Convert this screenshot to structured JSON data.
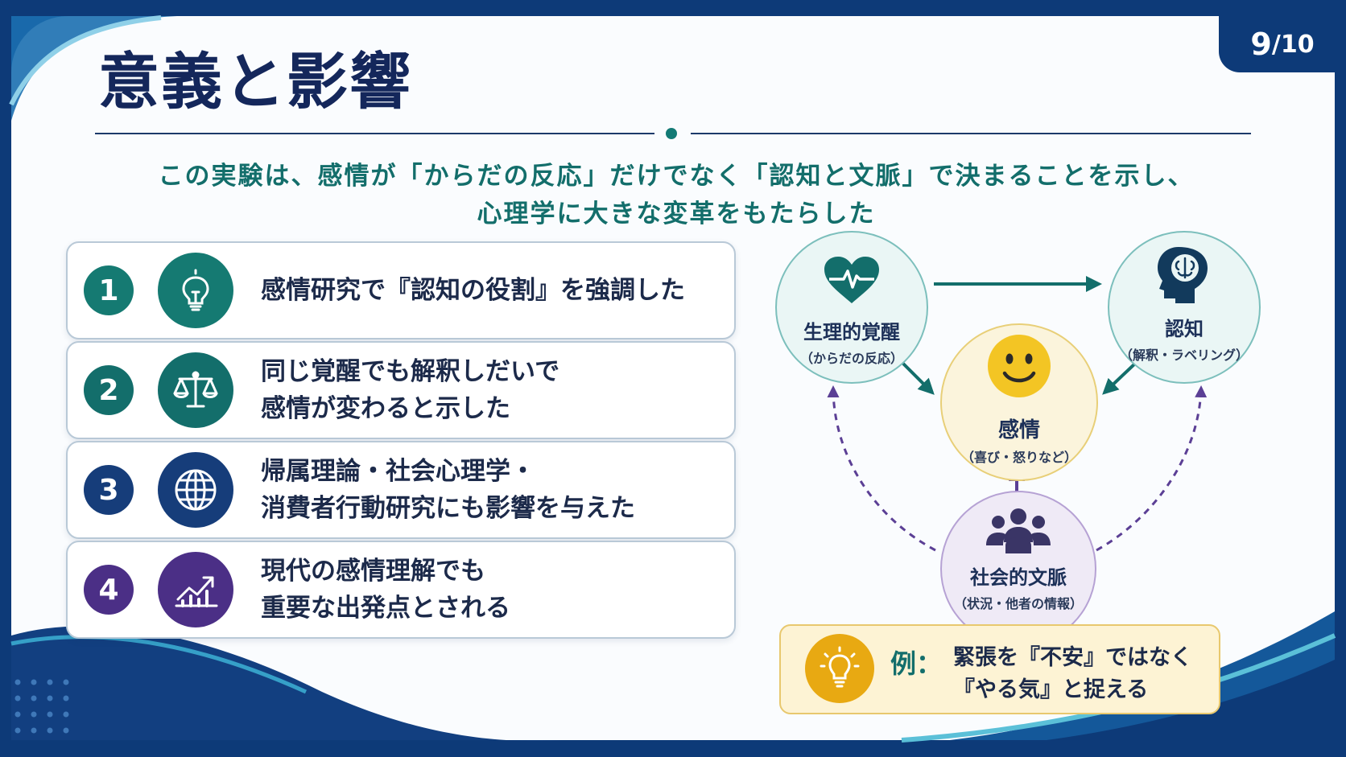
{
  "title": "意義と影響",
  "page": {
    "current": "9",
    "total": "/10"
  },
  "subtitle": [
    "この実験は、感情が「からだの反応」だけでなく「認知と文脈」で決まることを示し、",
    "心理学に大きな変革をもたらした"
  ],
  "points": [
    {
      "number": "1",
      "icon": "lightbulb-icon",
      "color": "#157a72",
      "lines": [
        "感情研究で『認知の役割』を強調した"
      ]
    },
    {
      "number": "2",
      "icon": "balance-scale-icon",
      "color": "#136e6b",
      "lines": [
        "同じ覚醒でも解釈しだいで",
        "感情が変わると示した"
      ]
    },
    {
      "number": "3",
      "icon": "globe-icon",
      "color": "#163d7a",
      "lines": [
        "帰属理論・社会心理学・",
        "消費者行動研究にも影響を与えた"
      ]
    },
    {
      "number": "4",
      "icon": "trending-chart-icon",
      "color": "#4b2f86",
      "lines": [
        "現代の感情理解でも",
        "重要な出発点とされる"
      ]
    }
  ],
  "diagram": {
    "arousal": {
      "label": "生理的覚醒",
      "sub": "（からだの反応）",
      "icon": "heartbeat-icon"
    },
    "cognition": {
      "label": "認知",
      "sub": "（解釈・ラベリング）",
      "icon": "brain-head-icon"
    },
    "emotion": {
      "label": "感情",
      "sub": "（喜び・怒りなど）",
      "icon": "smiley-icon"
    },
    "context": {
      "label": "社会的文脈",
      "sub": "（状況・他者の情報）",
      "icon": "people-group-icon"
    }
  },
  "example": {
    "label": "例：",
    "lines": [
      "緊張を『不安』ではなく",
      "『やる気』と捉える"
    ],
    "icon": "lightbulb-icon"
  },
  "colors": {
    "navy": "#0d3a78",
    "teal": "#136e6b",
    "purple": "#4b2f86",
    "gold": "#e8a912"
  }
}
